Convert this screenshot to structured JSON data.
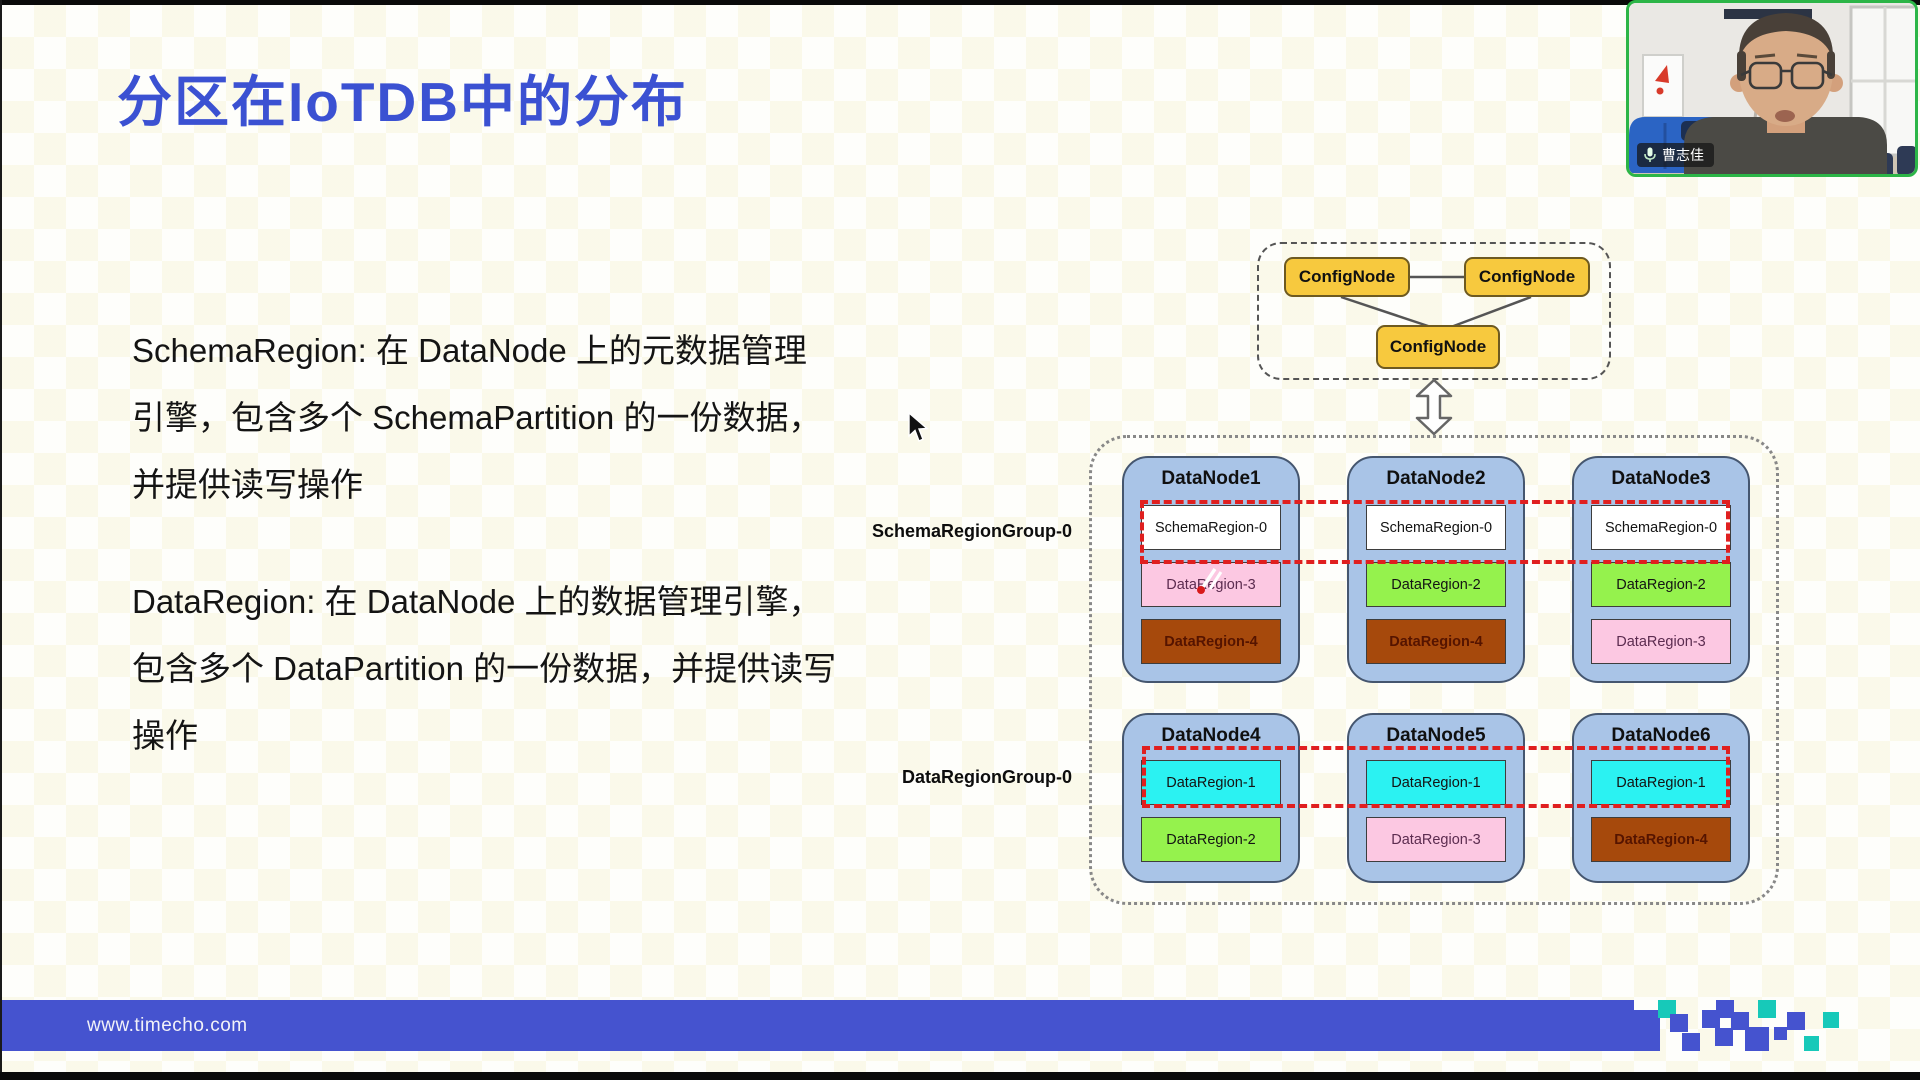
{
  "slide": {
    "title": "分区在IoTDB中的分布",
    "paragraph1": "SchemaRegion: 在 DataNode 上的元数据管理引擎，包含多个 SchemaPartition 的一份数据，并提供读写操作",
    "paragraph2": "DataRegion:  在 DataNode 上的数据管理引擎，包含多个 DataPartition 的一份数据，并提供读写操作"
  },
  "diagram": {
    "confignodes": [
      "ConfigNode",
      "ConfigNode",
      "ConfigNode"
    ],
    "schema_group_label": "SchemaRegionGroup-0",
    "data_group_label": "DataRegionGroup-0",
    "datanodes": [
      {
        "title": "DataNode1",
        "regions": [
          {
            "label": "SchemaRegion-0",
            "fill": "#ffffff"
          },
          {
            "label": "DataRegion-3",
            "fill": "#fcc8e2"
          },
          {
            "label": "DataRegion-4",
            "fill": "#a6490c"
          }
        ]
      },
      {
        "title": "DataNode2",
        "regions": [
          {
            "label": "SchemaRegion-0",
            "fill": "#ffffff"
          },
          {
            "label": "DataRegion-2",
            "fill": "#95f24d"
          },
          {
            "label": "DataRegion-4",
            "fill": "#a6490c"
          }
        ]
      },
      {
        "title": "DataNode3",
        "regions": [
          {
            "label": "SchemaRegion-0",
            "fill": "#ffffff"
          },
          {
            "label": "DataRegion-2",
            "fill": "#95f24d"
          },
          {
            "label": "DataRegion-3",
            "fill": "#fcc8e2"
          }
        ]
      },
      {
        "title": "DataNode4",
        "regions": [
          {
            "label": "DataRegion-1",
            "fill": "#2bf2f2"
          },
          {
            "label": "DataRegion-2",
            "fill": "#95f24d"
          }
        ]
      },
      {
        "title": "DataNode5",
        "regions": [
          {
            "label": "DataRegion-1",
            "fill": "#2bf2f2"
          },
          {
            "label": "DataRegion-3",
            "fill": "#fcc8e2"
          }
        ]
      },
      {
        "title": "DataNode6",
        "regions": [
          {
            "label": "DataRegion-1",
            "fill": "#2bf2f2"
          },
          {
            "label": "DataRegion-4",
            "fill": "#a6490c"
          }
        ]
      }
    ]
  },
  "webcam": {
    "name": "曹志佳",
    "mic_icon": "microphone-icon"
  },
  "footer": {
    "url": "www.timecho.com"
  },
  "colors": {
    "title_blue": "#3b51d2",
    "footer_blue": "#4553cf",
    "accent_teal": "#17c9b9",
    "group_red": "#e01f1f",
    "node_blue": "#a9c4e7",
    "confignode_yellow": "#f7c93e",
    "webcam_border_green": "#2cb547"
  }
}
